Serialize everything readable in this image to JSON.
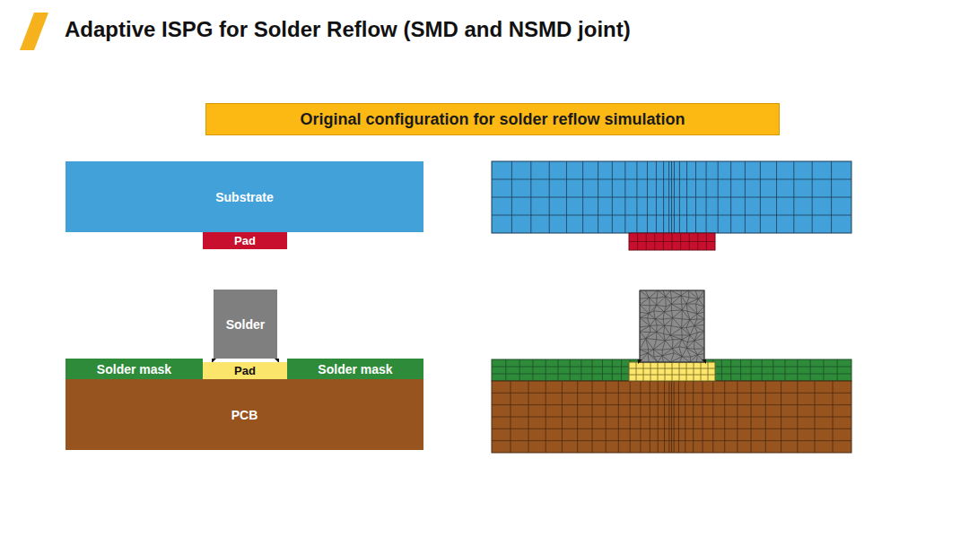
{
  "diagram": {
    "title": "Adaptive ISPG for Solder Reflow (SMD and NSMD joint)",
    "nodes": [
      {
        "text": [
          "Original configuration for solder reflow simulation"
        ]
      },
      {
        "text": [
          "Substrate"
        ]
      },
      {
        "text": [
          "Pad"
        ]
      },
      {
        "text": [
          "Solder"
        ]
      },
      {
        "text": [
          "Solder mask"
        ]
      },
      {
        "text": [
          "Pad"
        ]
      },
      {
        "text": [
          "Solder mask"
        ]
      },
      {
        "text": [
          "PCB"
        ]
      }
    ]
  }
}
